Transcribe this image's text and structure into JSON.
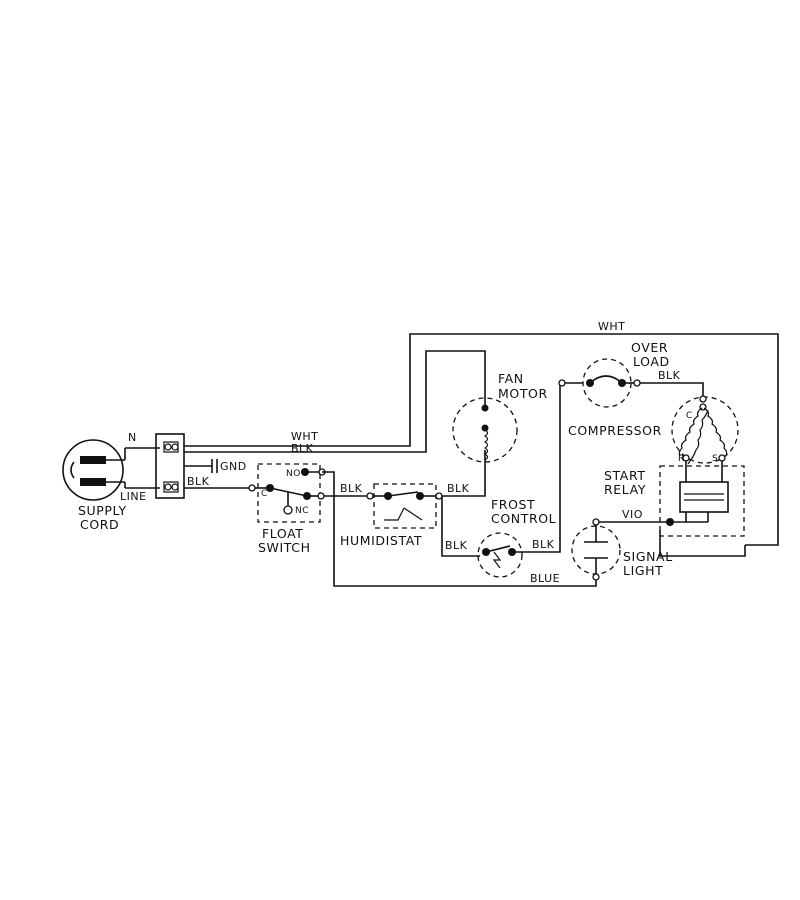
{
  "wire_labels": {
    "n": "N",
    "line": "LINE",
    "gnd": "GND",
    "wht_top": "WHT",
    "wht_mid": "WHT",
    "blk_mid": "BLK",
    "blk_supply": "BLK",
    "blk_float_hum": "BLK",
    "blk_hum_out": "BLK",
    "blk_frost_left": "BLK",
    "blk_frost_right": "BLK",
    "blk_overload": "BLK",
    "blue": "BLUE",
    "vio": "VIO"
  },
  "components": {
    "supply_cord": [
      "SUPPLY",
      "CORD"
    ],
    "float_switch": [
      "FLOAT",
      "SWITCH"
    ],
    "float_terminals": {
      "no": "NO",
      "nc": "NC",
      "c": "C"
    },
    "humidistat": "HUMIDISTAT",
    "fan_motor": [
      "FAN",
      "MOTOR"
    ],
    "frost_control": [
      "FROST",
      "CONTROL"
    ],
    "overload": [
      "OVER",
      "LOAD"
    ],
    "compressor": "COMPRESSOR",
    "compressor_terminals": {
      "c": "C",
      "r": "R",
      "s": "S"
    },
    "start_relay": [
      "START",
      "RELAY"
    ],
    "signal_light": [
      "SIGNAL",
      "LIGHT"
    ]
  }
}
